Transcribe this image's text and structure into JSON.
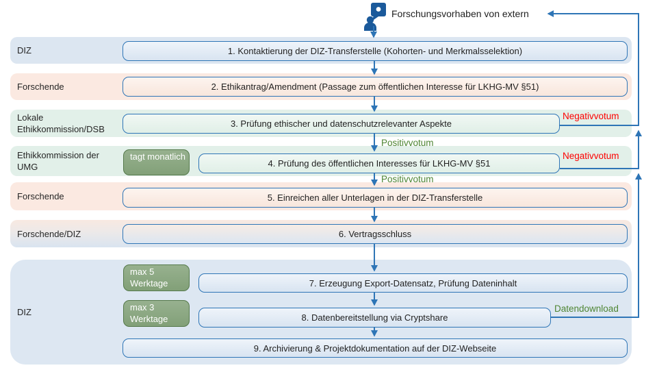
{
  "header": {
    "label": "Forschungsvorhaben von extern",
    "icon": "researcher-chat-icon"
  },
  "lanes": [
    {
      "actor": "DIZ",
      "theme": "blue",
      "box": "1. Kontaktierung der DIZ-Transferstelle (Kohorten- und Merkmalsselektion)"
    },
    {
      "actor": "Forschende",
      "theme": "peach",
      "box": "2. Ethikantrag/Amendment (Passage zum öffentlichen Interesse für LKHG-MV §51)"
    },
    {
      "actor": "Lokale Ethikkommission/DSB",
      "theme": "green",
      "box": "3. Prüfung ethischer und datenschutzrelevanter Aspekte",
      "flag": "Negativvotum"
    },
    {
      "actor": "Ethikkommission der UMG",
      "theme": "green",
      "badge": "tagt monatlich",
      "box": "4. Prüfung des öffentlichen Interesses für LKHG-MV §51",
      "flag": "Negativvotum"
    },
    {
      "actor": "Forschende",
      "theme": "peach",
      "box": "5. Einreichen aller Unterlagen in der DIZ-Transferstelle"
    },
    {
      "actor": "Forschende/DIZ",
      "theme": "mixed",
      "box": "6. Vertragsschluss"
    },
    {
      "actor": "DIZ",
      "theme": "blue",
      "steps": [
        {
          "badge": "max 5 Werktage",
          "box": "7. Erzeugung Export-Datensatz, Prüfung Dateninhalt"
        },
        {
          "badge": "max 3 Werktage",
          "box": "8. Datenbereitstellung via Cryptshare",
          "flag": "Datendownload"
        },
        {
          "box": "9. Archivierung & Projektdokumentation auf der DIZ-Webseite"
        }
      ]
    }
  ],
  "edge_labels": {
    "positive_top": "Positivvotum",
    "positive_bottom": "Positivvotum"
  },
  "colors": {
    "accent_blue": "#2e75b6",
    "negative_red": "#fe0000",
    "positive_green": "#4e8533",
    "badge_green": "#82a078",
    "band_blue": "#dce6f1",
    "band_peach": "#fbe9e1",
    "band_green": "#e2f0e9"
  }
}
